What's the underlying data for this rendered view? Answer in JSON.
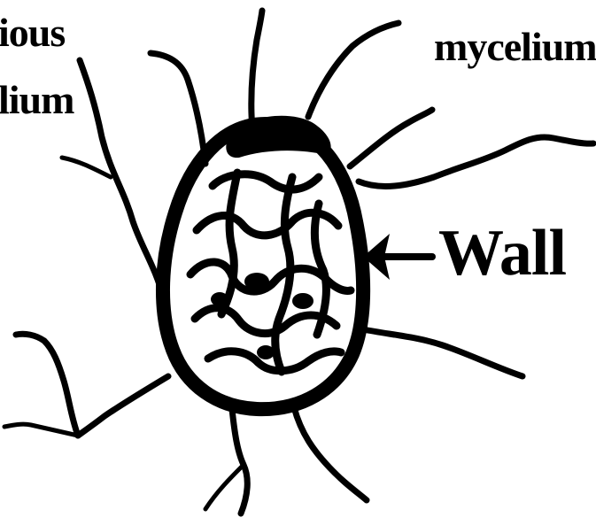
{
  "labels": {
    "top_left_line1": "ious",
    "top_left_line2": "lium",
    "top_right": "mycelium",
    "wall": "Wall"
  }
}
